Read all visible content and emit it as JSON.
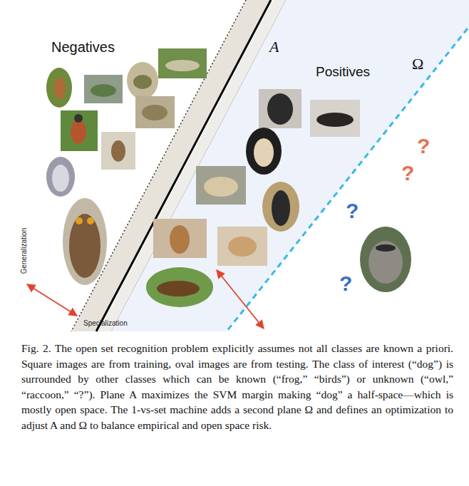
{
  "diagram": {
    "caption": "Fig. 2. The open set recognition problem explicitly assumes not all classes are known a priori. Square images are from training, oval images are from testing. The class of interest (“dog”) is surrounded by other classes which can be known (“frog,” “birds”) or unknown (“owl,” “raccoon,” “?”). Plane A maximizes the SVM margin making “dog” a half-space—which is mostly open space. The 1-vs-set machine adds a second plane Ω and defines an optimization to adjust A and Ω to balance empirical and open space risk.",
    "labels": [
      "Negatives",
      "A",
      "Positives",
      "Ω",
      "?",
      "?",
      "?",
      "?",
      "Generalization",
      "Specialization"
    ]
  }
}
